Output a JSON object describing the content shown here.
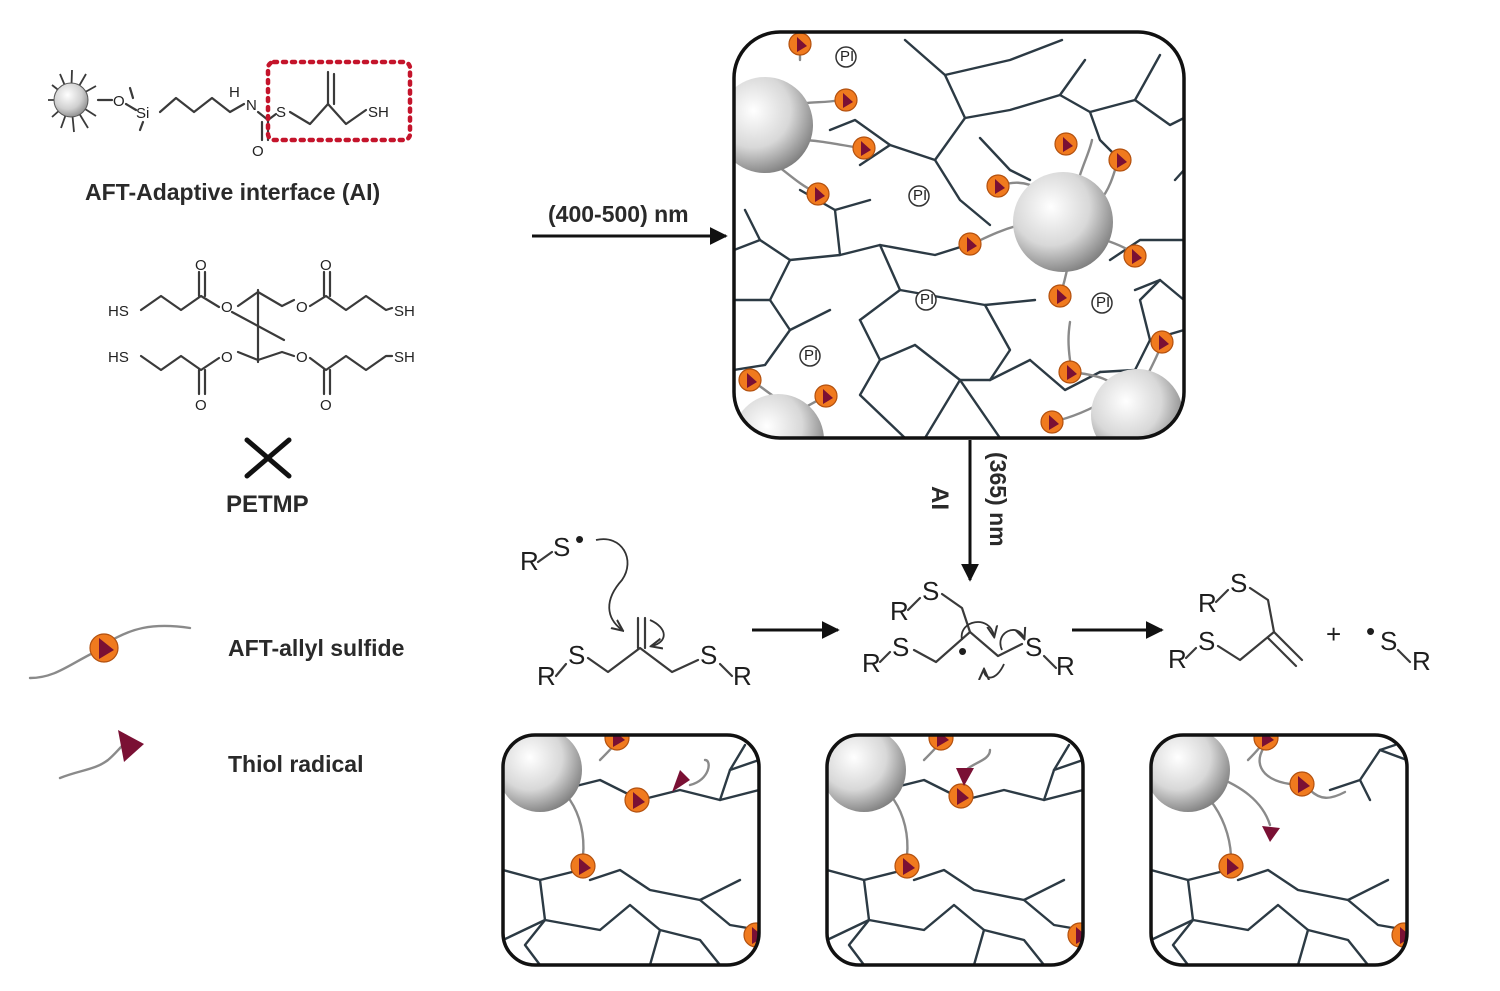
{
  "labels": {
    "adaptive_interface": "AFT-Adaptive interface (AI)",
    "petmp": "PETMP",
    "visible_light": "(400-500) nm",
    "uv_light": "(365) nm",
    "ai_short": "AI",
    "legend_allyl": "AFT-allyl sulfide",
    "legend_thiol": "Thiol radical"
  },
  "atoms": {
    "si": "Si",
    "o": "O",
    "n": "N",
    "h": "H",
    "s": "S",
    "sh": "SH",
    "hs": "HS",
    "pi": "PI",
    "r": "R",
    "plus": "+",
    "dot": "•"
  },
  "colors": {
    "allyl_sulfide_outer": "#f07a1e",
    "allyl_sulfide_inner": "#7a1034",
    "thiol_radical": "#7a1034",
    "dashed_box": "#c4142b",
    "nanoparticle": "#d6d6d6"
  }
}
